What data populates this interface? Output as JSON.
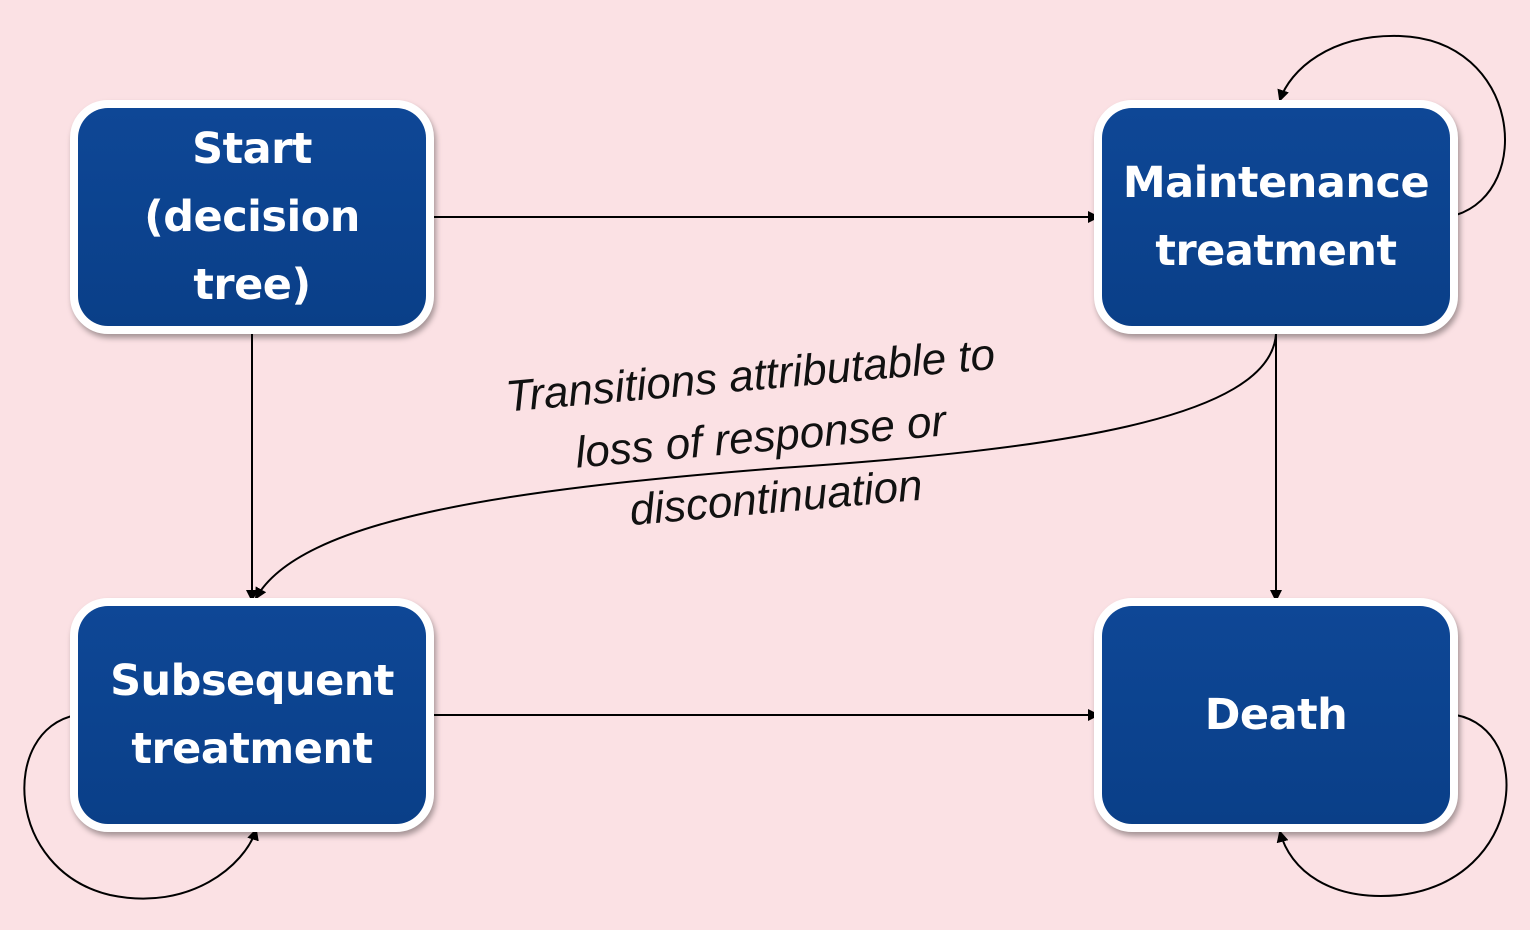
{
  "nodes": {
    "start": "Start (decision tree)",
    "maintenance": "Maintenance treatment",
    "subsequent": "Subsequent treatment",
    "death": "Death"
  },
  "edge_label": {
    "line1": "Transitions attributable to",
    "line2": "loss of response or",
    "line3": "discontinuation"
  },
  "colors": {
    "background": "#fbe1e4",
    "node_fill": "#0e4796",
    "node_border": "#ffffff",
    "node_text": "#ffffff",
    "edge": "#000000"
  }
}
